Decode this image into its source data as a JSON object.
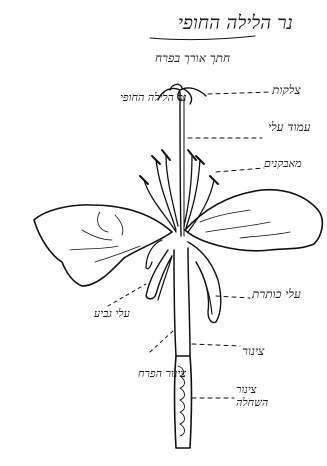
{
  "title": "נר הלילה החופי",
  "subtitle_line1": "חתך אורך בפרח",
  "subtitle_line2": "נר הלילה החופי",
  "labels": {
    "stigma": "צלקות",
    "style": "עמוד עלי",
    "anthers": "מאבקנים",
    "petal": "עלי כותרת",
    "sepals": "עלי גביע",
    "tube": "צינור הפרח",
    "ovary": "צינור",
    "ovary_line1": "צינור",
    "ovary_line2": "השחלה"
  },
  "colors": {
    "ink": "#111111",
    "background": "#ffffff"
  }
}
